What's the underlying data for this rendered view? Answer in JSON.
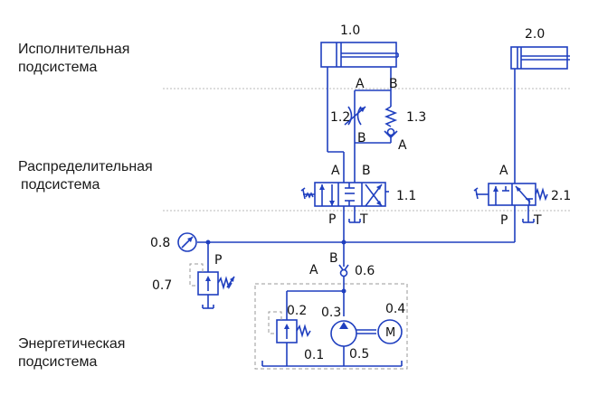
{
  "subsystems": {
    "executive": [
      "Исполнительная",
      "подсистема"
    ],
    "distribution": [
      "Распределительная",
      "подсистема"
    ],
    "power": [
      "Энергетическая",
      "подсистема"
    ]
  },
  "components": {
    "cyl1": "1.0",
    "cyl2": "2.0",
    "throttle": "1.2",
    "check_spring": "1.3",
    "valve1": "1.1",
    "valve2": "2.1",
    "gauge": "0.8",
    "relief_main": "0.7",
    "check_main": "0.6",
    "relief_pump": "0.2",
    "pump": "0.3",
    "motor": "0.4",
    "pump_line": "0.5",
    "tank": "0.1",
    "motor_symbol": "M"
  },
  "ports": {
    "A": "A",
    "B": "B",
    "P": "P",
    "T": "T"
  }
}
